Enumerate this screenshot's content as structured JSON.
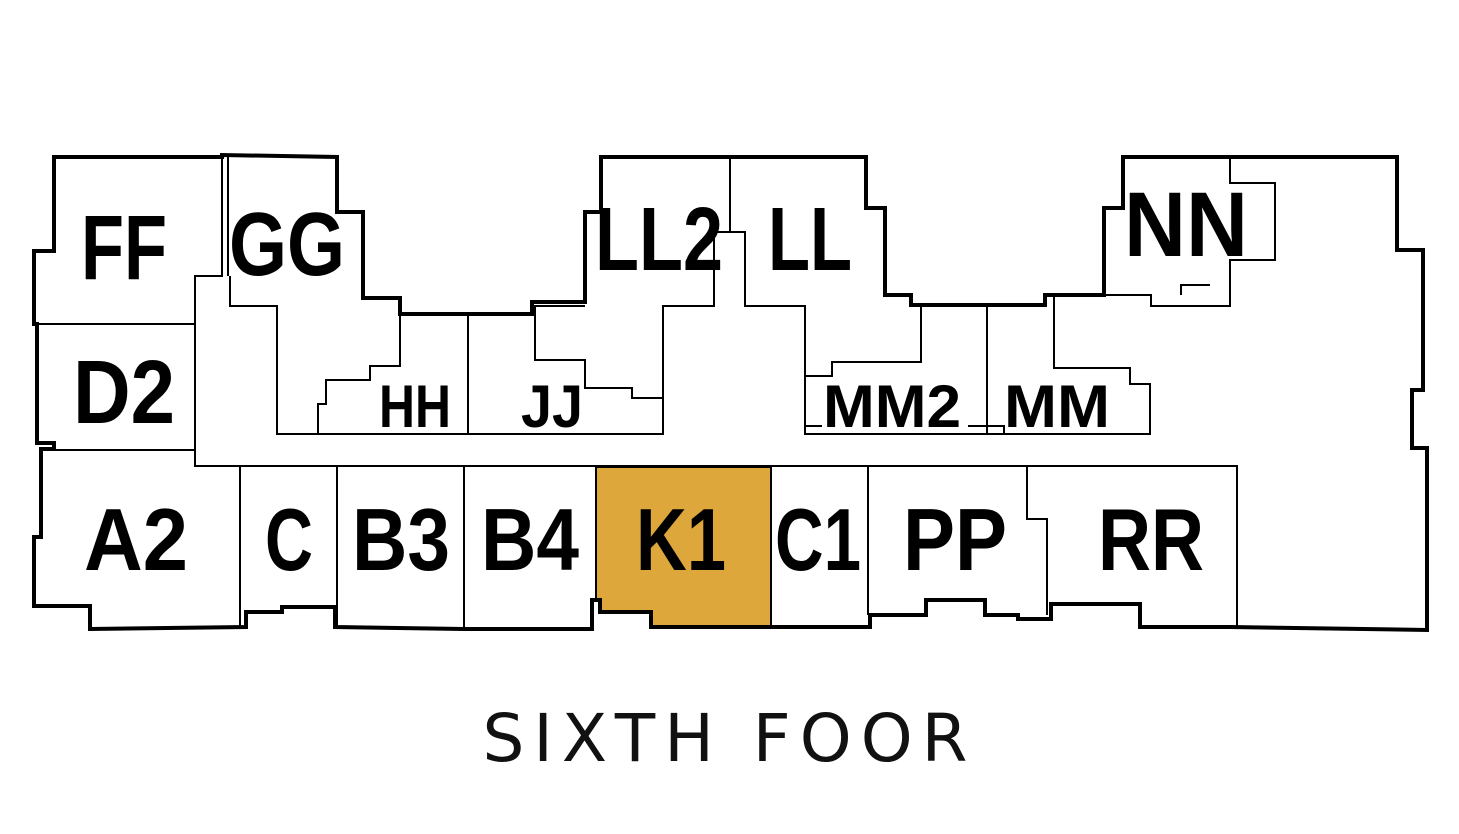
{
  "floor_title": "SIXTH FOOR",
  "highlight_color": "#DDA73B",
  "units": {
    "ff": "FF",
    "gg": "GG",
    "ll2": "LL2",
    "ll": "LL",
    "nn": "NN",
    "d2": "D2",
    "hh": "HH",
    "jj": "JJ",
    "mm2": "MM2",
    "mm": "MM",
    "a2": "A2",
    "c": "C",
    "b3": "B3",
    "b4": "B4",
    "k1": "K1",
    "c1": "C1",
    "pp": "PP",
    "rr": "RR"
  },
  "selected_unit": "K1"
}
